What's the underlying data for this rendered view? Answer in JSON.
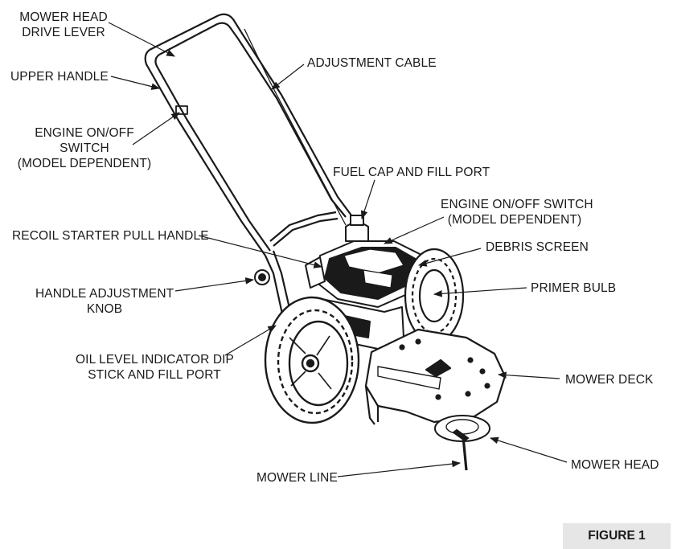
{
  "labels": {
    "mower_head_drive_lever": [
      "MOWER HEAD",
      "DRIVE LEVER"
    ],
    "upper_handle": "UPPER HANDLE",
    "engine_switch_left": [
      "ENGINE ON/OFF",
      "SWITCH",
      "(MODEL DEPENDENT)"
    ],
    "adjustment_cable": "ADJUSTMENT CABLE",
    "fuel_cap": "FUEL CAP AND FILL PORT",
    "engine_switch_right": [
      "ENGINE ON/OFF SWITCH",
      "(MODEL DEPENDENT)"
    ],
    "recoil_starter": "RECOIL STARTER PULL HANDLE",
    "debris_screen": "DEBRIS SCREEN",
    "handle_adjustment_knob": [
      "HANDLE ADJUSTMENT",
      "KNOB"
    ],
    "primer_bulb": "PRIMER BULB",
    "oil_level": [
      "OIL LEVEL INDICATOR DIP",
      "STICK AND FILL PORT"
    ],
    "mower_deck": "MOWER DECK",
    "mower_head": "MOWER HEAD",
    "mower_line": "MOWER LINE"
  },
  "figure_caption": "FIGURE 1"
}
